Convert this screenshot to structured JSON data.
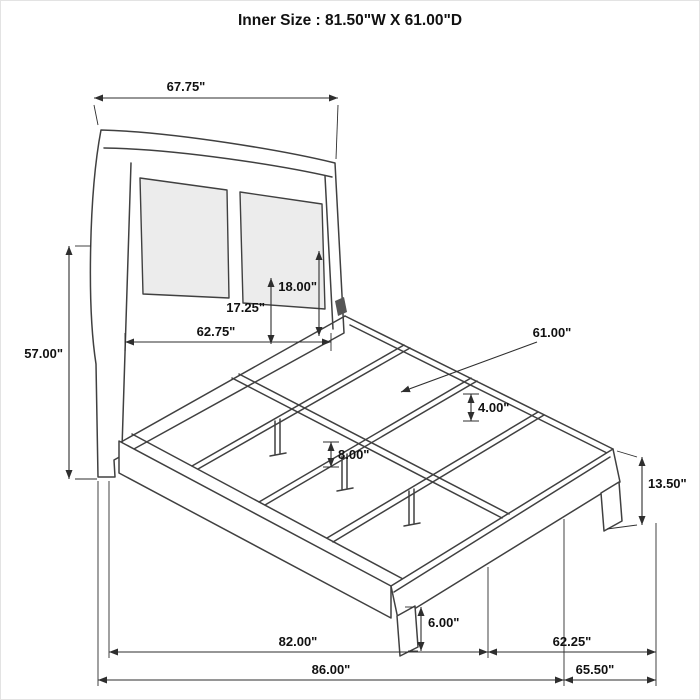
{
  "title": "Inner Size : 81.50\"W X 61.00\"D",
  "dims": {
    "headboard_width": "67.75\"",
    "headboard_height": "57.00\"",
    "panel_height": "18.00\"",
    "panel_lower_height": "17.25\"",
    "headboard_inner_width": "62.75\"",
    "inner_width": "61.00\"",
    "slat_gap": "4.00\"",
    "slat_width": "8.00\"",
    "rail_height": "13.50\"",
    "foot_leg_height": "6.00\"",
    "inner_length": "82.00\"",
    "footboard_inner_width": "62.25\"",
    "overall_length": "86.00\"",
    "overall_width": "65.50\""
  },
  "colors": {
    "line": "#404040",
    "dim_line": "#2e2e2e",
    "text": "#111111",
    "panel_fill": "#ececec",
    "background": "#ffffff"
  }
}
